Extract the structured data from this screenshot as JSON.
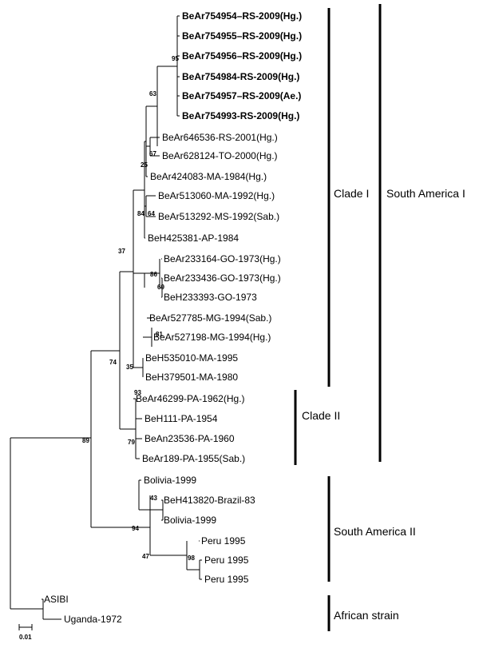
{
  "chart_data": {
    "type": "phylogenetic-tree",
    "leaves": [
      {
        "label": "BeAr754954–RS-2009(Hg.)",
        "bold": true
      },
      {
        "label": "BeAr754955–RS-2009(Hg.)",
        "bold": true
      },
      {
        "label": "BeAr754956–RS-2009(Hg.)",
        "bold": true
      },
      {
        "label": "BeAr754984-RS-2009(Hg.)",
        "bold": true
      },
      {
        "label": "BeAr754957–RS-2009(Ae.)",
        "bold": true
      },
      {
        "label": "BeAr754993-RS-2009(Hg.)",
        "bold": true
      },
      {
        "label": "BeAr646536-RS-2001(Hg.)",
        "bold": false
      },
      {
        "label": "BeAr628124-TO-2000(Hg.)",
        "bold": false
      },
      {
        "label": "BeAr424083-MA-1984(Hg.)",
        "bold": false
      },
      {
        "label": "BeAr513060-MA-1992(Hg.)",
        "bold": false
      },
      {
        "label": "BeAr513292-MS-1992(Sab.)",
        "bold": false
      },
      {
        "label": "BeH425381-AP-1984",
        "bold": false
      },
      {
        "label": "BeAr233164-GO-1973(Hg.)",
        "bold": false
      },
      {
        "label": "BeAr233436-GO-1973(Hg.)",
        "bold": false
      },
      {
        "label": "BeH233393-GO-1973",
        "bold": false
      },
      {
        "label": "BeAr527785-MG-1994(Sab.)",
        "bold": false
      },
      {
        "label": "BeAr527198-MG-1994(Hg.)",
        "bold": false
      },
      {
        "label": "BeH535010-MA-1995",
        "bold": false
      },
      {
        "label": "BeH379501-MA-1980",
        "bold": false
      },
      {
        "label": "BeAr46299-PA-1962(Hg.)",
        "bold": false
      },
      {
        "label": "BeH111-PA-1954",
        "bold": false
      },
      {
        "label": "BeAn23536-PA-1960",
        "bold": false
      },
      {
        "label": "BeAr189-PA-1955(Sab.)",
        "bold": false
      },
      {
        "label": "Bolivia-1999",
        "bold": false
      },
      {
        "label": "BeH413820-Brazil-83",
        "bold": false
      },
      {
        "label": "Bolivia-1999",
        "bold": false
      },
      {
        "label": "Peru 1995",
        "bold": false
      },
      {
        "label": "Peru 1995",
        "bold": false
      },
      {
        "label": "Peru 1995",
        "bold": false
      },
      {
        "label": "ASIBI",
        "bold": false
      },
      {
        "label": "Uganda-1972",
        "bold": false
      }
    ],
    "bootstrap_values": [
      "95",
      "63",
      "67",
      "25",
      "84",
      "64",
      "86",
      "69",
      "37",
      "81",
      "35",
      "93",
      "74",
      "79",
      "89",
      "43",
      "94",
      "47",
      "98"
    ],
    "groups": [
      {
        "label": "Clade I"
      },
      {
        "label": "Clade II"
      },
      {
        "label": "South America I"
      },
      {
        "label": "South America II"
      },
      {
        "label": "African strain"
      }
    ],
    "scale_bar": {
      "label": "0.01",
      "value": 0.01
    }
  }
}
